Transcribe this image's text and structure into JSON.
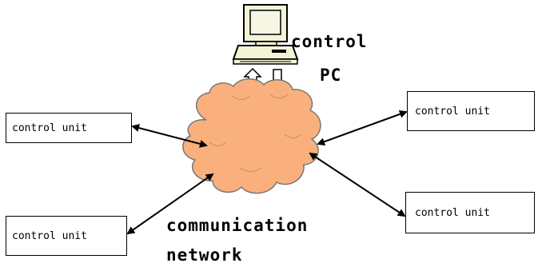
{
  "pc": {
    "title_line1": "control",
    "title_line2": "PC",
    "icon": "computer-icon"
  },
  "network": {
    "label_line1": "communication",
    "label_line2": "network",
    "icon": "cloud-icon",
    "fill_color": "#f9b07c",
    "stroke_color": "#777777"
  },
  "units": [
    {
      "label": "control unit"
    },
    {
      "label": "control unit"
    },
    {
      "label": "control unit"
    },
    {
      "label": "control unit"
    }
  ]
}
